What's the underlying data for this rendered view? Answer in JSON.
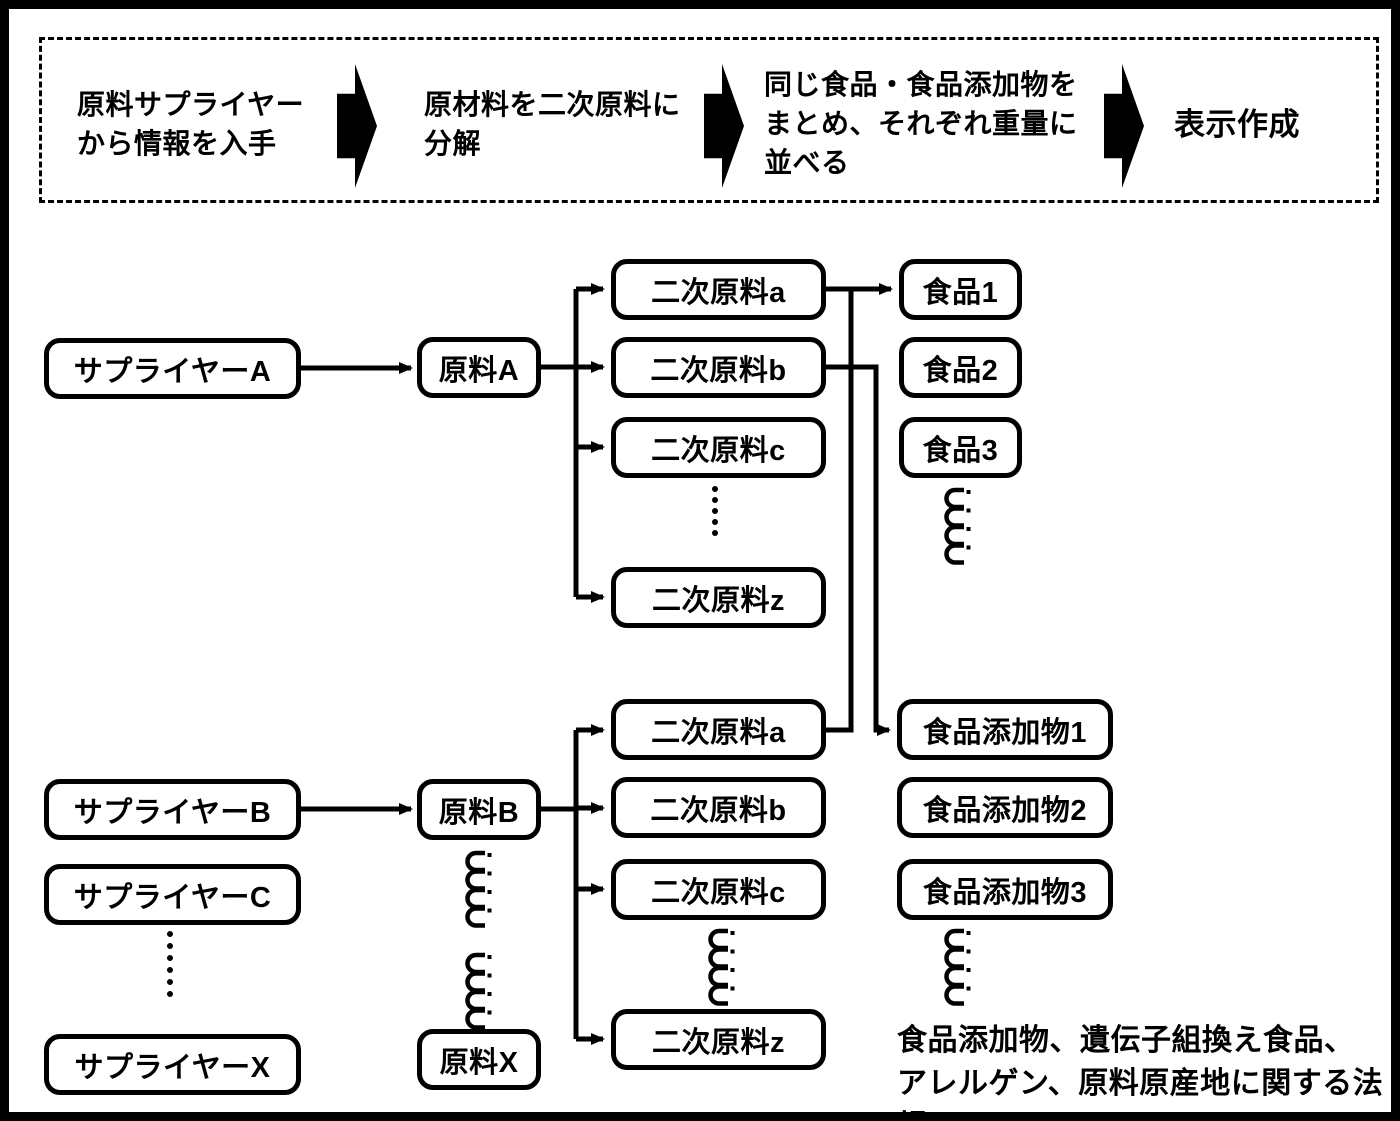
{
  "banner": {
    "steps": [
      "原料サプライヤー\nから情報を入手",
      "原材料を二次原料に\n分解",
      "同じ食品・食品添加物を\nまとめ、それぞれ重量に\n並べる",
      "表示作成"
    ]
  },
  "columns": {
    "suppliers": [
      "サプライヤーA",
      "サプライヤーB",
      "サプライヤーC",
      "サプライヤーX"
    ],
    "materials": [
      "原料A",
      "原料B",
      "原料X"
    ],
    "secondary_from_a": [
      "二次原料a",
      "二次原料b",
      "二次原料c",
      "二次原料z"
    ],
    "secondary_from_b": [
      "二次原料a",
      "二次原料b",
      "二次原料c",
      "二次原料z"
    ],
    "foods": [
      "食品1",
      "食品2",
      "食品3"
    ],
    "additives": [
      "食品添加物1",
      "食品添加物2",
      "食品添加物3"
    ]
  },
  "note": "食品添加物、遺伝子組換え食品、\nアレルゲン、原料原産地に関する法規",
  "colors": {
    "ink": "#000000",
    "background": "#ffffff"
  }
}
